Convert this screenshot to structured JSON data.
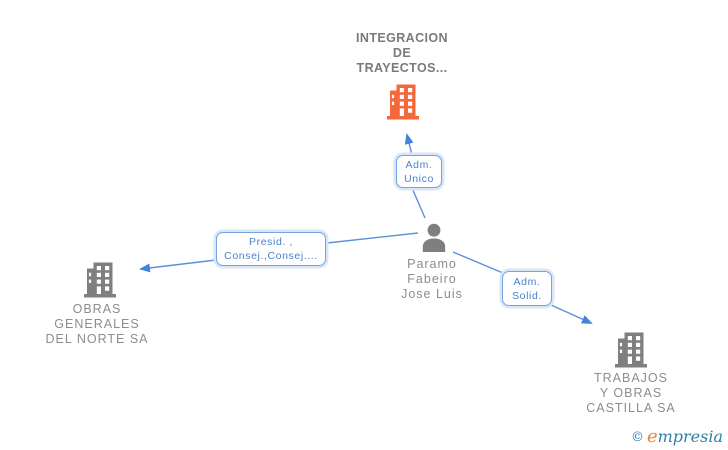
{
  "colors": {
    "orange-building": "#f4683c",
    "gray-icon": "#7f7f7f",
    "text-gray": "#8d8d8d",
    "title-gray": "#7a7a7a",
    "line-blue": "#5b90dd",
    "arrow-blue": "#4384da",
    "box-border": "#74a3e0",
    "box-halo": "#d8e6f7",
    "box-text": "#4a82c8",
    "logo-teal": "#2e7fa8",
    "logo-orange": "#ee8434"
  },
  "nodes": {
    "root_company": {
      "label": "INTEGRACION\nDE\nTRAYECTOS..."
    },
    "person": {
      "label": "Paramo\nFabeiro\nJose Luis"
    },
    "left_company": {
      "label": "OBRAS\nGENERALES\nDEL NORTE SA"
    },
    "right_company": {
      "label": "TRABAJOS\nY OBRAS\nCASTILLA SA"
    }
  },
  "relationships": {
    "adm_unico": {
      "label": "Adm.\nUnico",
      "from": "person",
      "to": "root_company"
    },
    "presid_consej": {
      "label": "Presid. ,\nConsej.,Consej....",
      "from": "person",
      "to": "left_company"
    },
    "adm_solid": {
      "label": "Adm.\nSolid.",
      "from": "person",
      "to": "right_company"
    }
  },
  "branding": {
    "copyright_symbol": "©",
    "logo_initial": "e",
    "logo_rest": "mpresia"
  }
}
